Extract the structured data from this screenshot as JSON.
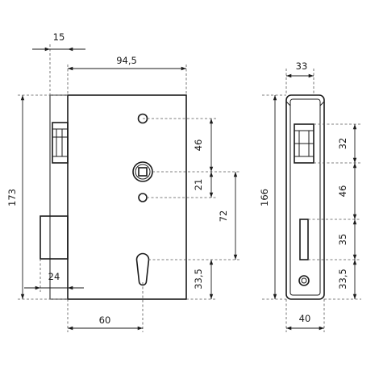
{
  "dimensions": {
    "d15": "15",
    "d94_5": "94,5",
    "d173": "173",
    "d46_left": "46",
    "d21": "21",
    "d72": "72",
    "d33_5_left": "33,5",
    "d24": "24",
    "d60": "60",
    "d33": "33",
    "d166": "166",
    "d32": "32",
    "d46_right": "46",
    "d35": "35",
    "d33_5_right": "33,5",
    "d40": "40"
  }
}
